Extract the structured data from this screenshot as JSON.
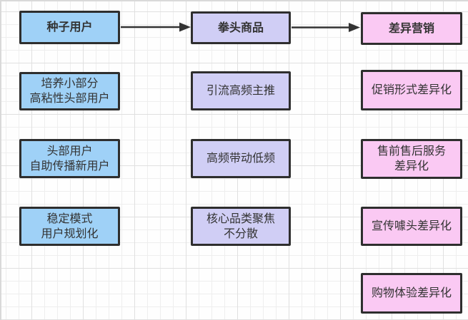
{
  "diagram": {
    "title": "seed-user / flagship-product / differentiated-marketing flow",
    "colors": {
      "seed_users_fill": "#9fd1f7",
      "flagship_products_fill": "#d0cef5",
      "differentiated_marketing_fill": "#fac9f3",
      "node_border": "#2e2e2e",
      "arrow": "#333333"
    },
    "columns": [
      {
        "id": "seed-users",
        "header": "种子用户",
        "items": [
          "培养小部分\n高粘性头部用户",
          "头部用户\n自助传播新用户",
          "稳定模式\n用户规划化"
        ]
      },
      {
        "id": "flagship-products",
        "header": "拳头商品",
        "items": [
          "引流高频主推",
          "高频带动低频",
          "核心品类聚焦\n不分散"
        ]
      },
      {
        "id": "differentiated-marketing",
        "header": "差异营销",
        "items": [
          "促销形式差异化",
          "售前售后服务\n差异化",
          "宣传噱头差异化",
          "购物体验差异化"
        ]
      }
    ],
    "connections": [
      {
        "from": "seed-users",
        "to": "flagship-products"
      },
      {
        "from": "flagship-products",
        "to": "differentiated-marketing"
      }
    ]
  }
}
